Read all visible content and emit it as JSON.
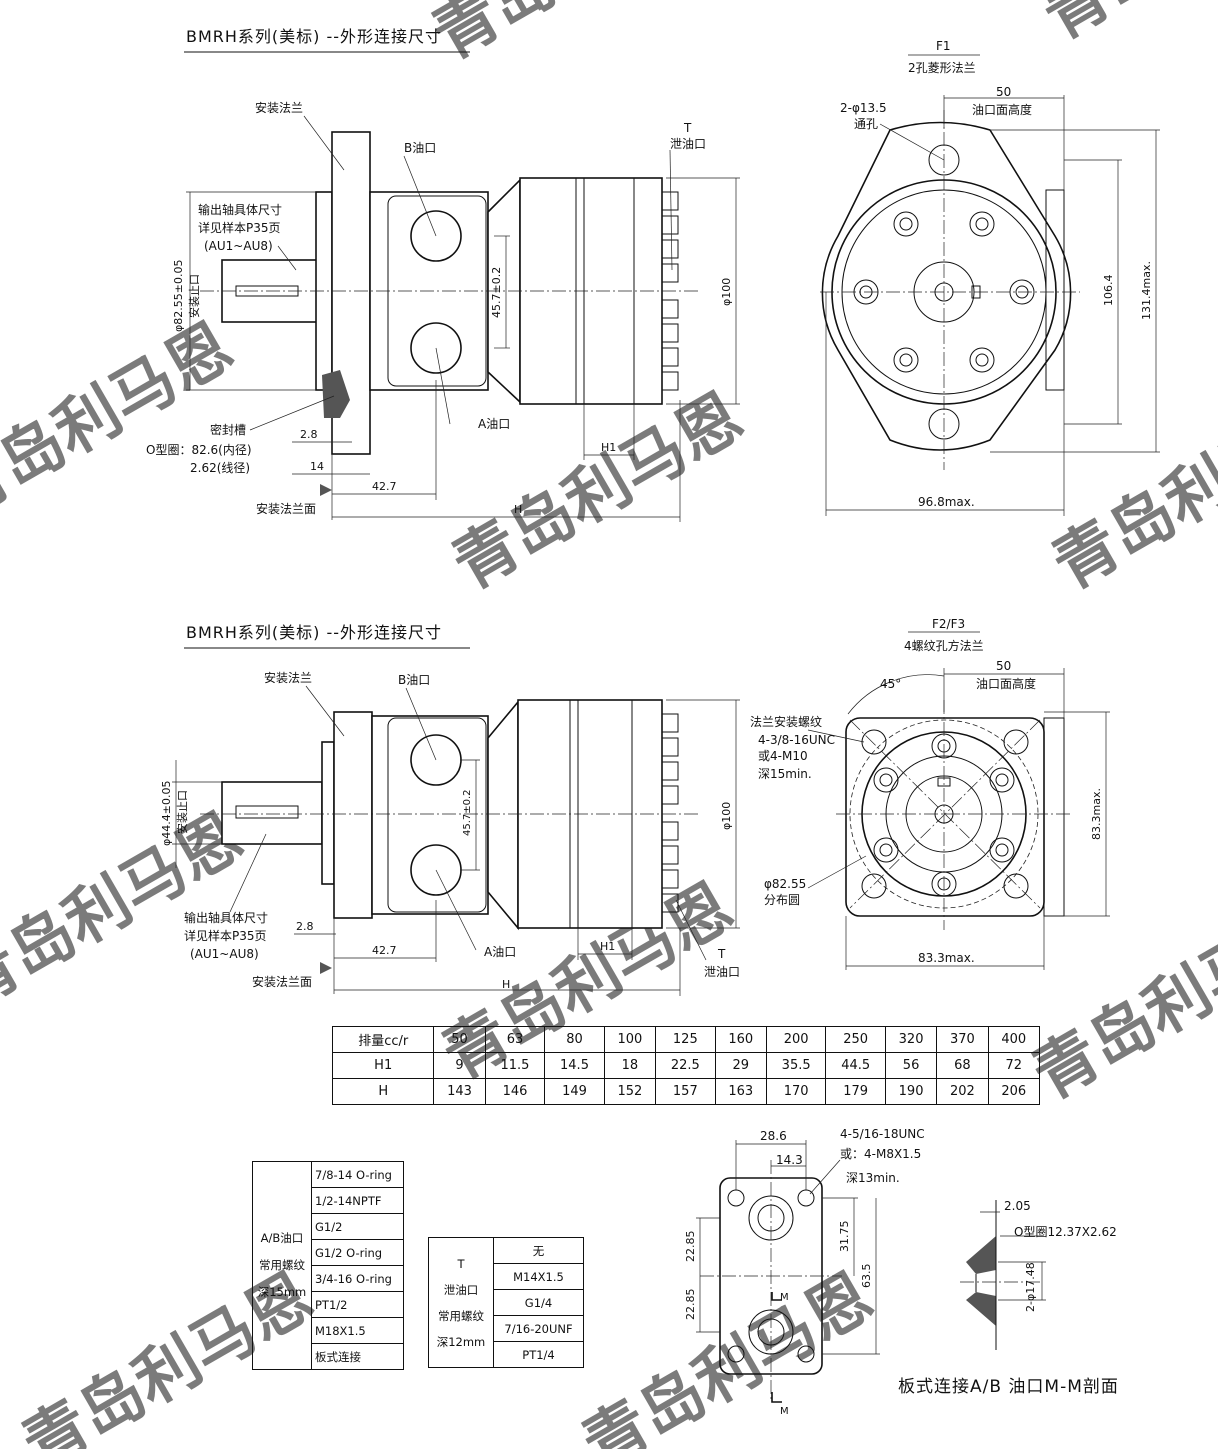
{
  "section_top": {
    "title": "BMRH系列(美标) --外形连接尺寸",
    "side": {
      "mount_flange": "安装法兰",
      "b_port": "B油口",
      "t_drain_1": "T",
      "t_drain_2": "泄油口",
      "shaft_note_1": "输出轴具体尺寸",
      "shaft_note_2": "详见样本P35页",
      "shaft_note_3": "(AU1~AU8)",
      "pilot_dim": "φ82.55±0.05",
      "pilot_label": "安装止口",
      "port_spacing": "45.7±0.2",
      "body_dia": "φ100",
      "seal_groove": "密封槽",
      "oring_1": "O型圈：82.6(内径)",
      "oring_2": "2.62(线径)",
      "a_port": "A油口",
      "dim_28": "2.8",
      "dim_14": "14",
      "dim_427": "42.7",
      "dim_h1": "H1",
      "dim_h": "H",
      "flange_face": "安装法兰面"
    },
    "front": {
      "f1": "F1",
      "f1_desc": "2孔菱形法兰",
      "hole_1": "2-φ13.5",
      "hole_2": "通孔",
      "dim_50": "50",
      "port_height": "油口面高度",
      "dim_1064": "106.4",
      "dim_1314": "131.4max.",
      "dim_968": "96.8max."
    }
  },
  "section_mid": {
    "title": "BMRH系列(美标) --外形连接尺寸",
    "side": {
      "mount_flange": "安装法兰",
      "b_port": "B油口",
      "pilot_dim": "φ44.4±0.05",
      "pilot_label": "安装止口",
      "port_spacing": "45.7±0.2",
      "body_dia": "φ100",
      "shaft_note_1": "输出轴具体尺寸",
      "shaft_note_2": "详见样本P35页",
      "shaft_note_3": "(AU1~AU8)",
      "dim_28": "2.8",
      "a_port": "A油口",
      "dim_h1": "H1",
      "t_drain_1": "T",
      "t_drain_2": "泄油口",
      "dim_427": "42.7",
      "flange_face": "安装法兰面",
      "dim_h": "H"
    },
    "front": {
      "f23": "F2/F3",
      "f23_desc": "4螺纹孔方法兰",
      "dim_50": "50",
      "angle": "45°",
      "port_height": "油口面高度",
      "thread_1": "法兰安装螺纹",
      "thread_2": "4-3/8-16UNC",
      "thread_3": "或4-M10",
      "thread_4": "深15min.",
      "pcd_1": "φ82.55",
      "pcd_2": "分布圆",
      "dim_833v": "83.3max.",
      "dim_833h": "83.3max."
    }
  },
  "displacement_table": {
    "header": [
      "排量cc/r",
      "50",
      "63",
      "80",
      "100",
      "125",
      "160",
      "200",
      "250",
      "320",
      "370",
      "400"
    ],
    "rows": [
      [
        "H1",
        "9",
        "11.5",
        "14.5",
        "18",
        "22.5",
        "29",
        "35.5",
        "44.5",
        "56",
        "68",
        "72"
      ],
      [
        "H",
        "143",
        "146",
        "149",
        "152",
        "157",
        "163",
        "170",
        "179",
        "190",
        "202",
        "206"
      ]
    ]
  },
  "ab_port_table": {
    "merged_label": [
      "A/B油口",
      "常用螺纹",
      "深15mm"
    ],
    "values": [
      "7/8-14 O-ring",
      "1/2-14NPTF",
      "G1/2",
      "G1/2 O-ring",
      "3/4-16 O-ring",
      "PT1/2",
      "M18X1.5",
      "板式连接"
    ]
  },
  "t_port_table": {
    "merged_label": [
      "T",
      "泄油口",
      "常用螺纹",
      "深12mm"
    ],
    "values": [
      "无",
      "M14X1.5",
      "G1/4",
      "7/16-20UNF",
      "PT1/4"
    ]
  },
  "plate": {
    "dim_286": "28.6",
    "dim_143": "14.3",
    "thread_1": "4-5/16-18UNC",
    "thread_2": "或：4-M8X1.5",
    "thread_3": "深13min.",
    "dim_2285a": "22.85",
    "dim_2285b": "22.85",
    "dim_3175": "31.75",
    "dim_635": "63.5",
    "m_label": "M",
    "m_label_b": "M",
    "dim_205": "2.05",
    "oring": "O型圈12.37X2.62",
    "dim_1748": "2-φ17.48",
    "caption": "板式连接A/B 油口M-M剖面"
  },
  "watermark": "青岛利马恩"
}
